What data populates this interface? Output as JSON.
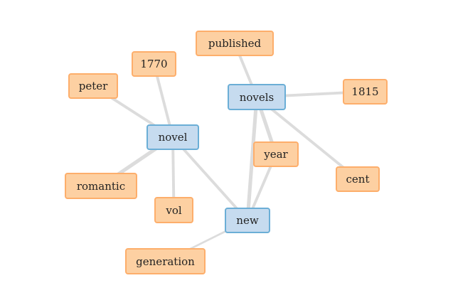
{
  "graph": {
    "colors": {
      "keyword_fill": "#c6dbef",
      "keyword_border": "#6baed6",
      "term_fill": "#fdd0a2",
      "term_border": "#fdae6b",
      "edge": "#dcdcdc"
    },
    "nodes": [
      {
        "id": "novel",
        "label": "novel",
        "kind": "keyword"
      },
      {
        "id": "novels",
        "label": "novels",
        "kind": "keyword"
      },
      {
        "id": "new",
        "label": "new",
        "kind": "keyword"
      },
      {
        "id": "published",
        "label": "published",
        "kind": "term"
      },
      {
        "id": "1770",
        "label": "1770",
        "kind": "term"
      },
      {
        "id": "peter",
        "label": "peter",
        "kind": "term"
      },
      {
        "id": "1815",
        "label": "1815",
        "kind": "term"
      },
      {
        "id": "year",
        "label": "year",
        "kind": "term"
      },
      {
        "id": "cent",
        "label": "cent",
        "kind": "term"
      },
      {
        "id": "romantic",
        "label": "romantic",
        "kind": "term"
      },
      {
        "id": "vol",
        "label": "vol",
        "kind": "term"
      },
      {
        "id": "generation",
        "label": "generation",
        "kind": "term"
      }
    ],
    "edges": [
      {
        "source": "novel",
        "target": "1770",
        "weight": 2
      },
      {
        "source": "novel",
        "target": "peter",
        "weight": 2
      },
      {
        "source": "novel",
        "target": "romantic",
        "weight": 3
      },
      {
        "source": "novel",
        "target": "vol",
        "weight": 2
      },
      {
        "source": "novel",
        "target": "new",
        "weight": 2
      },
      {
        "source": "novels",
        "target": "published",
        "weight": 2
      },
      {
        "source": "novels",
        "target": "1815",
        "weight": 2
      },
      {
        "source": "novels",
        "target": "year",
        "weight": 3
      },
      {
        "source": "novels",
        "target": "cent",
        "weight": 2
      },
      {
        "source": "novels",
        "target": "new",
        "weight": 3
      },
      {
        "source": "new",
        "target": "year",
        "weight": 2
      },
      {
        "source": "new",
        "target": "generation",
        "weight": 1
      }
    ]
  }
}
